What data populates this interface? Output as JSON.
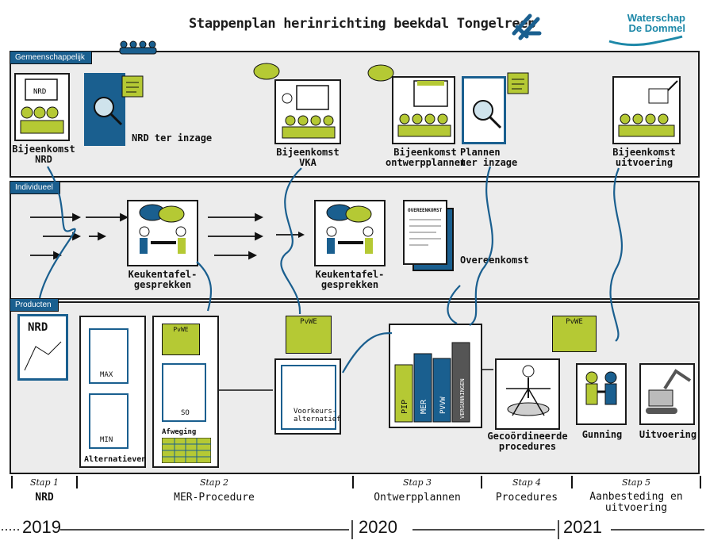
{
  "title": "Stappenplan herinrichting beekdal Tongelreep",
  "logo": {
    "line1": "Waterschap",
    "line2": "De Dommel"
  },
  "bands": {
    "top": "Gemeenschappelijk",
    "middle": "Individueel",
    "bottom": "Producten"
  },
  "top_labels": {
    "bijeenkomst_nrd": "Bijeenkomst\nNRD",
    "nrd_ter_inzage": "NRD ter inzage",
    "bijeenkomst_vka": "Bijeenkomst\nVKA",
    "bijeenkomst_ontwerpplannen": "Bijeenkomst\nontwerpplannen",
    "plannen_ter_inzage": "Plannen\nter inzage",
    "bijeenkomst_uitvoering": "Bijeenkomst\nuitvoering"
  },
  "middle_labels": {
    "keukentafel1": "Keukentafel-\ngesprekken",
    "keukentafel2": "Keukentafel-\ngesprekken",
    "overeenkomst": "Overeenkomst",
    "overeenkomst_doc": "OVEREENKOMST"
  },
  "bottom_labels": {
    "nrd_doc": "NRD",
    "alternatieven": "Alternatieven",
    "max": "MAX",
    "min": "MIN",
    "pvwe1": "PvWE",
    "so": "SO",
    "afweging": "Afweging",
    "pvwe2": "PvWE",
    "voorkeursalternatief": "Voorkeurs-\nalternatief",
    "pip": "PIP",
    "mer": "MER",
    "pvvw": "PVVW",
    "vergunningen": "VERGUNNINGEN",
    "gecoordineerde": "Gecoördineerde\nprocedures",
    "pvwe3": "PvWE",
    "gunning": "Gunning",
    "uitvoering": "Uitvoering"
  },
  "steps": [
    {
      "label": "Stap 1",
      "name": "NRD"
    },
    {
      "label": "Stap 2",
      "name": "MER-Procedure"
    },
    {
      "label": "Stap 3",
      "name": "Ontwerpplannen"
    },
    {
      "label": "Stap 4",
      "name": "Procedures"
    },
    {
      "label": "Stap 5",
      "name": "Aanbesteding en\nuitvoering"
    }
  ],
  "years": [
    "2019",
    "2020",
    "2021"
  ],
  "colors": {
    "teal": "#1a5f8f",
    "green": "#b5c934",
    "band": "#ececec"
  }
}
